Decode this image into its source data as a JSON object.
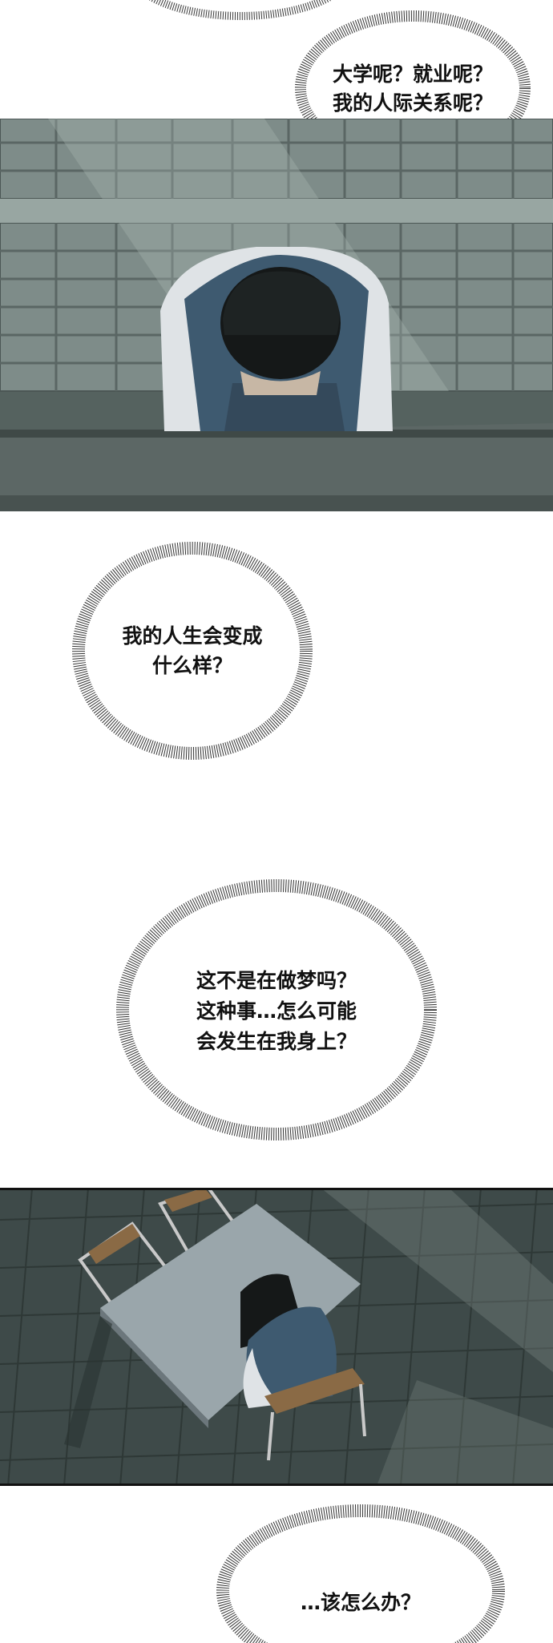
{
  "bubbles": {
    "b1": {
      "lines": "大学呢？就业呢？\n我的人际关系呢？"
    },
    "b2": {
      "lines": "我的人生会变成\n什么样？"
    },
    "b3": {
      "lines": "这不是在做梦吗？\n这种事…怎么可能\n会发生在我身上？"
    },
    "b4": {
      "lines": "…该怎么办？"
    }
  },
  "colors": {
    "bubble_stroke": "#3a3a3a",
    "panel_dark": "#4a5656",
    "panel_mid": "#6f7c7b",
    "shirt_blue": "#3e5a70",
    "hair": "#151818"
  }
}
